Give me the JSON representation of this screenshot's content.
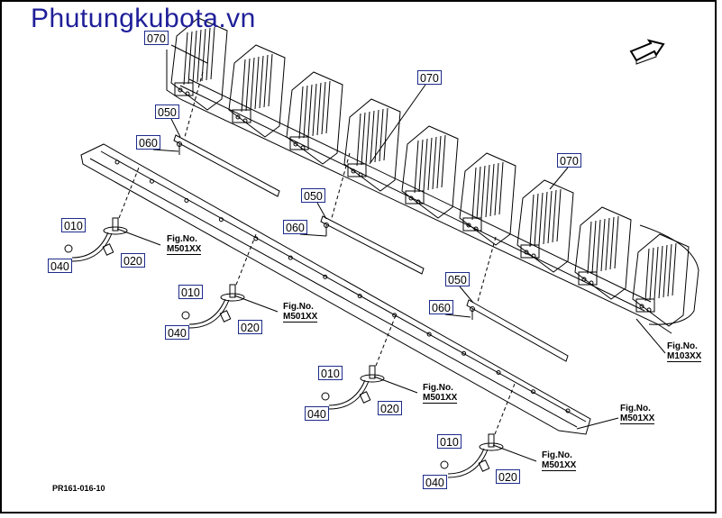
{
  "watermark": "Phutungkubota.vn",
  "drawing_code": "PR161-016-10",
  "fig_prefix": "Fig.No.",
  "fig_refs": {
    "m103": "M103XX",
    "m501": "M501XX"
  },
  "part_labels": {
    "p010": "010",
    "p020": "020",
    "p040": "040",
    "p050": "050",
    "p060": "060",
    "p070": "070"
  },
  "icons": {
    "direction": "arrow-icon"
  }
}
